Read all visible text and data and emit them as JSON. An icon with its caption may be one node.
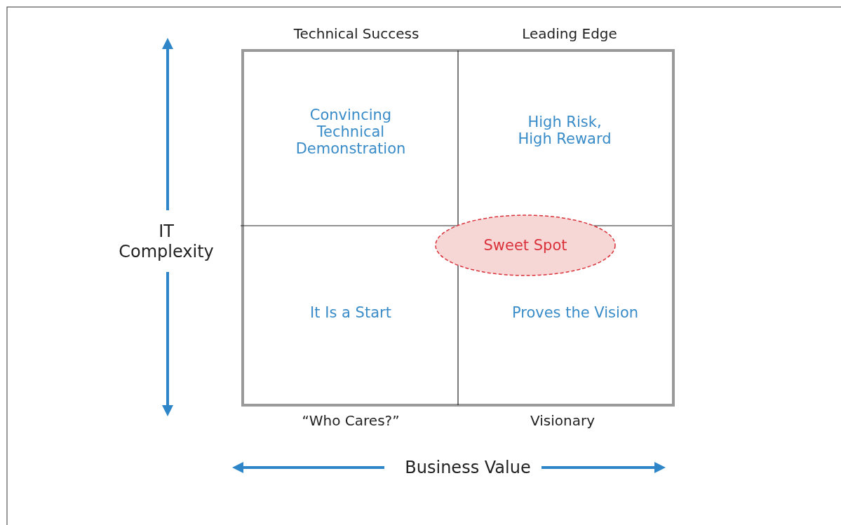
{
  "diagram": {
    "nodes": [
      {
        "text": [
          "Convincing Technical Demonstration"
        ]
      },
      {
        "text": [
          "High Risk, High Reward"
        ]
      },
      {
        "text": [
          "It Is a Start"
        ]
      },
      {
        "text": [
          "Proves the Vision"
        ]
      },
      {
        "text": [
          "Sweet Spot"
        ]
      }
    ],
    "labels": [
      "Technical Success",
      "Leading Edge",
      "IT Complexity",
      "“Who Cares?”",
      "Visionary",
      "Business Value"
    ]
  }
}
